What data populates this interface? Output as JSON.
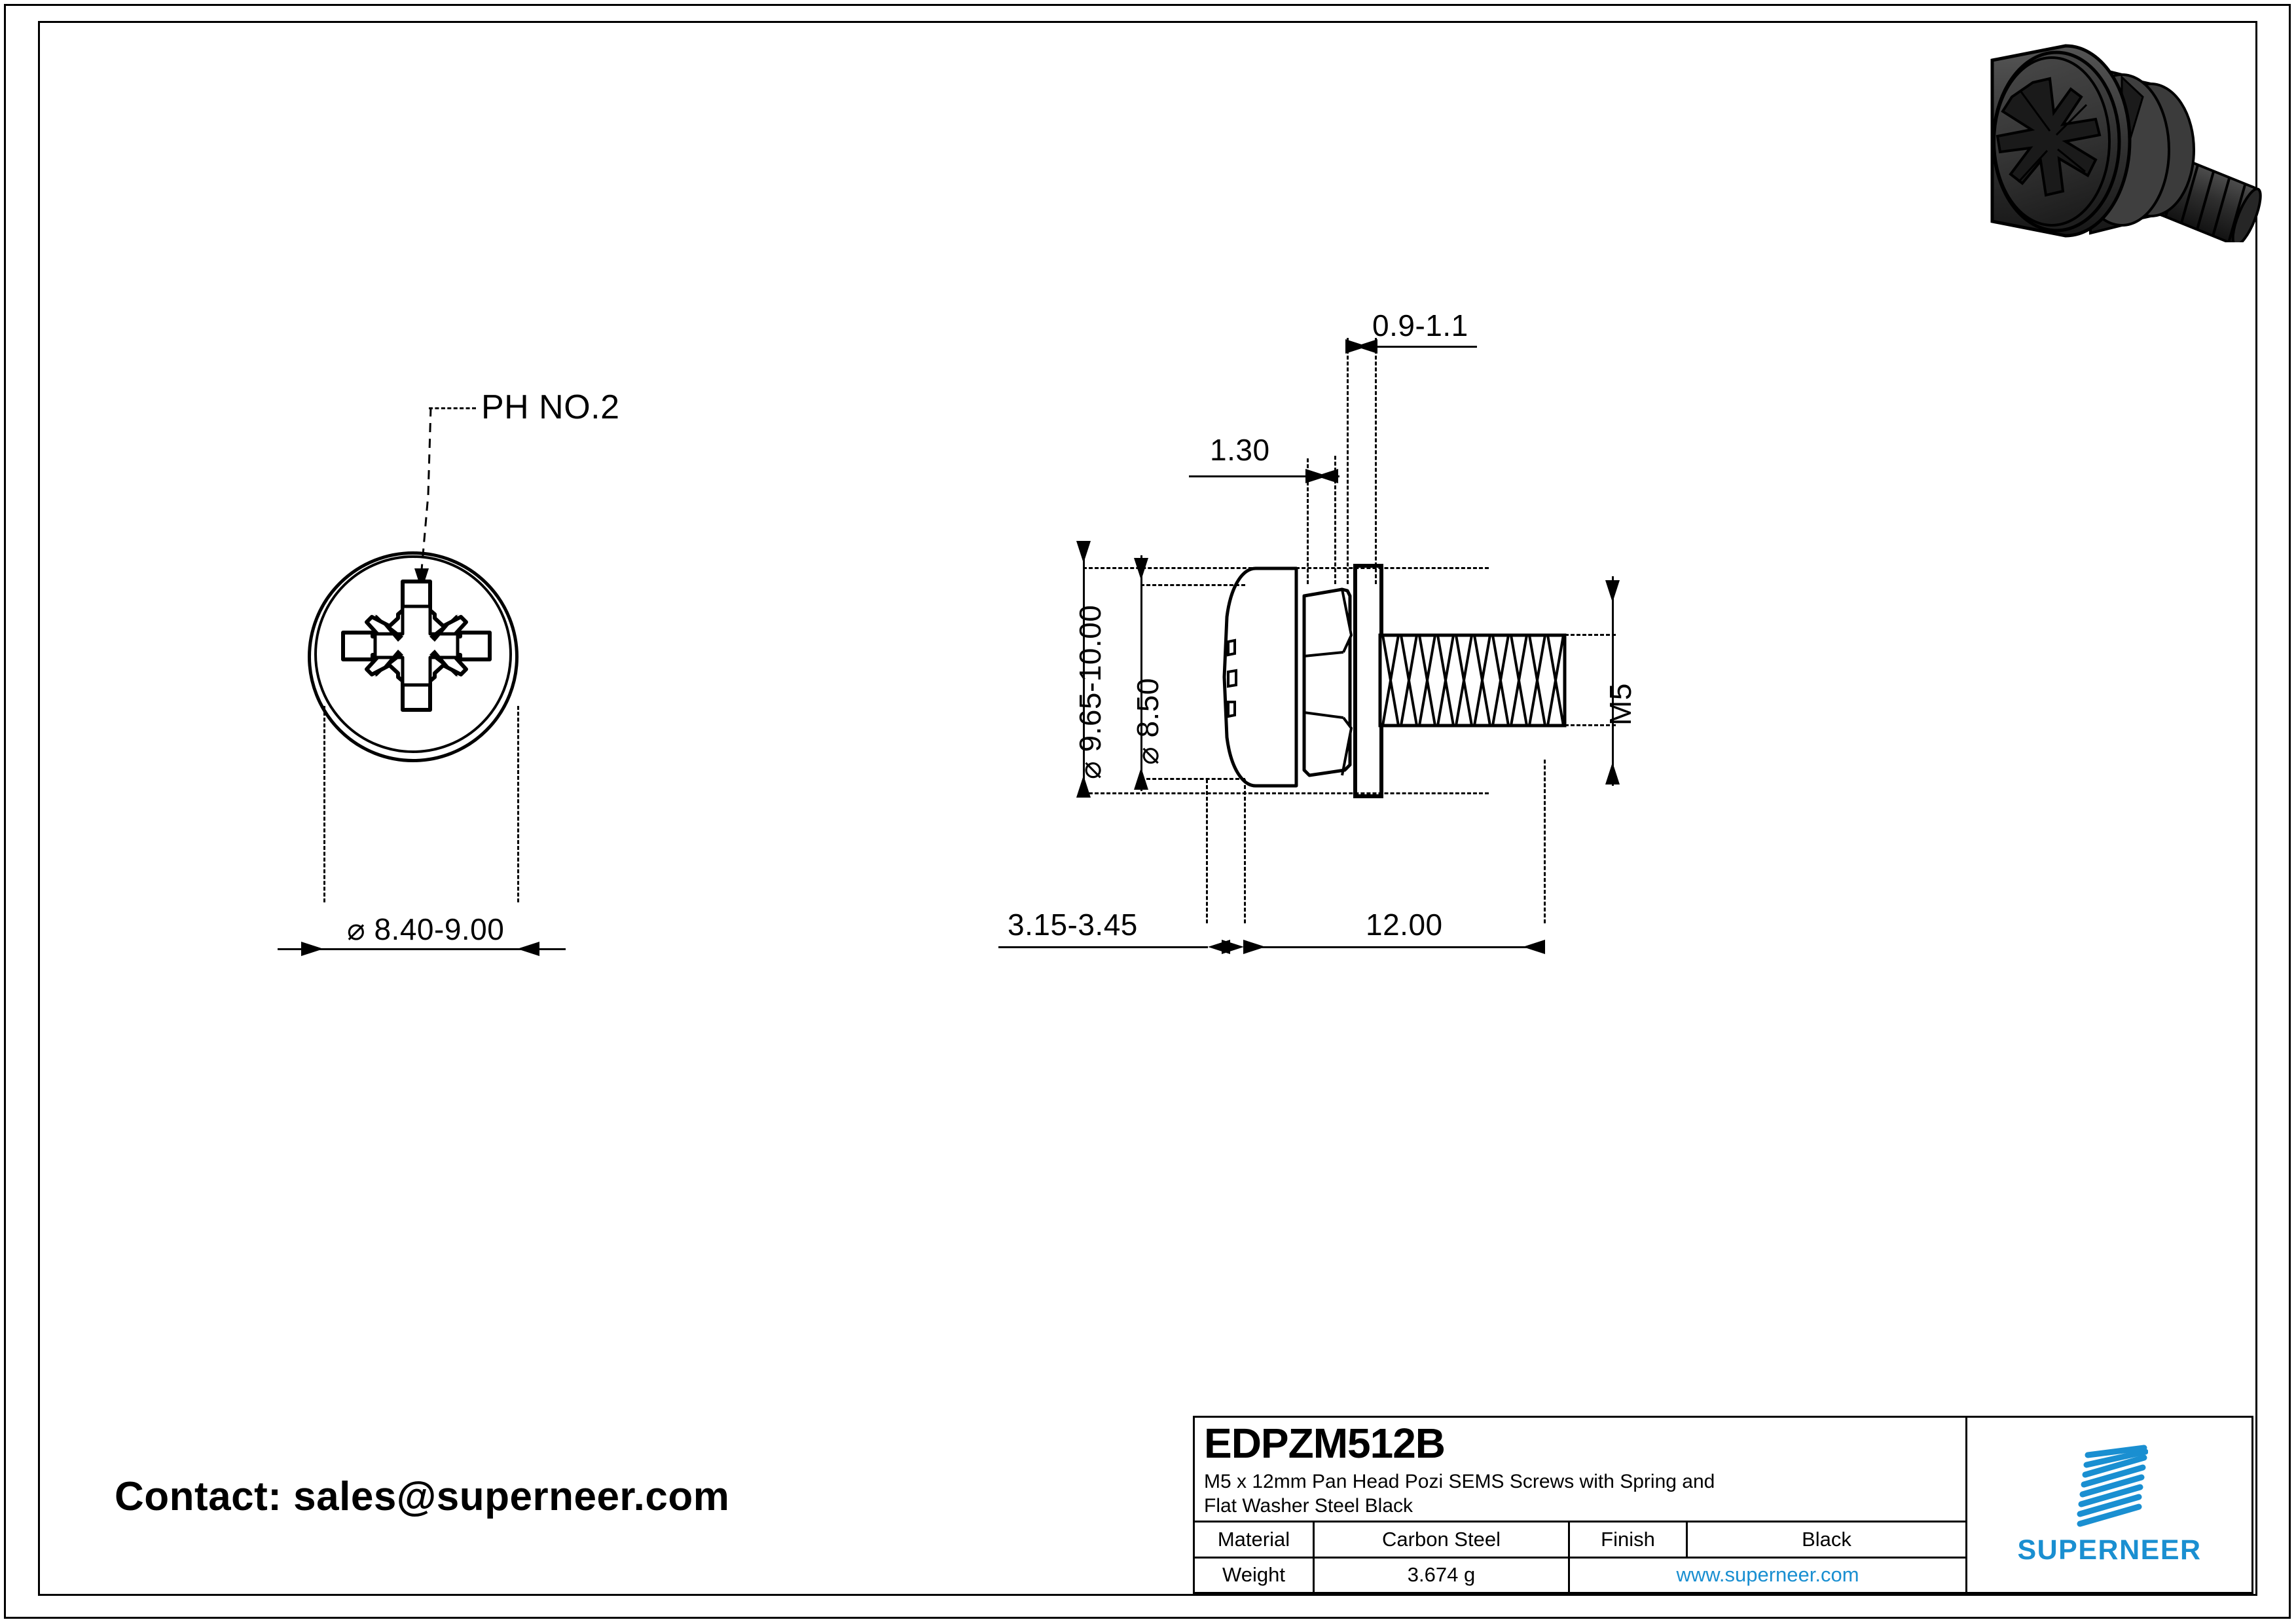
{
  "sheet": {
    "contact": "Contact: sales@superneer.com"
  },
  "render": {
    "icon": "screw-3d-render",
    "body_color": "#3a3a3a",
    "outline_color": "#000000"
  },
  "top_view": {
    "name": "head-top-view",
    "callout": "PH NO.2",
    "recess_type": "pozidriv-cross-recess",
    "dimension_head_diameter": "⌀ 8.40-9.00"
  },
  "side_view": {
    "name": "screw-side-view",
    "dimensions": {
      "flat_washer_thickness": "0.9-1.1",
      "spring_washer_thickness": "1.30",
      "flange_diameter": "⌀ 9.65-10.00",
      "head_diameter": "⌀ 8.50",
      "thread_size": "M5",
      "head_height": "3.15-3.45",
      "thread_length": "12.00"
    }
  },
  "title_block": {
    "part_number": "EDPZM512B",
    "description_line1": "M5 x 12mm Pan Head Pozi SEMS Screws with Spring and",
    "description_line2": "Flat Washer Steel Black",
    "rows": [
      {
        "label": "Material",
        "value": "Carbon Steel",
        "label2": "Finish",
        "value2": "Black"
      },
      {
        "label": "Weight",
        "value": "3.674 g",
        "web": "www.superneer.com"
      }
    ],
    "brand": "SUPERNEER",
    "brand_color": "#1a8fd1"
  }
}
